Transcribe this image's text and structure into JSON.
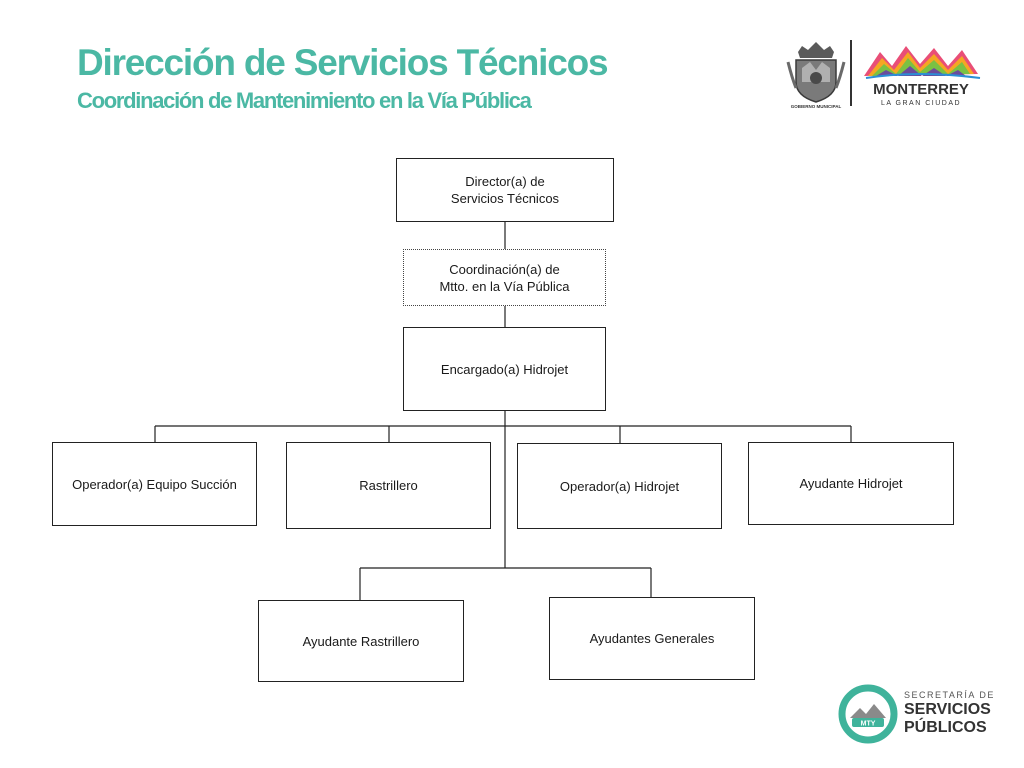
{
  "header": {
    "title": "Dirección de Servicios Técnicos",
    "subtitle": "Coordinación de Mantenimiento en la Vía Pública"
  },
  "logos": {
    "municipal_crest_caption": "GOBIERNO MUNICIPAL",
    "monterrey_name": "MONTERREY",
    "monterrey_tagline": "LA GRAN CIUDAD",
    "secretaria_line1": "SECRETARÍA DE",
    "secretaria_line2": "SERVICIOS",
    "secretaria_line3": "PÚBLICOS",
    "secretaria_badge": "MTY"
  },
  "org_chart": {
    "director": "Director(a) de\nServicios Técnicos",
    "coordinacion": "Coordinación(a) de\nMtto. en la Vía Pública",
    "encargado": "Encargado(a) Hidrojet",
    "operador_succion": "Operador(a) Equipo Succión",
    "rastrillero": "Rastrillero",
    "operador_hidrojet": "Operador(a) Hidrojet",
    "ayudante_hidrojet": "Ayudante Hidrojet",
    "ayudante_rastrillero": "Ayudante Rastrillero",
    "ayudantes_generales": "Ayudantes Generales"
  },
  "colors": {
    "title": "#4bb8a4",
    "accent_teal": "#3fb39b",
    "dark_text": "#333333"
  }
}
